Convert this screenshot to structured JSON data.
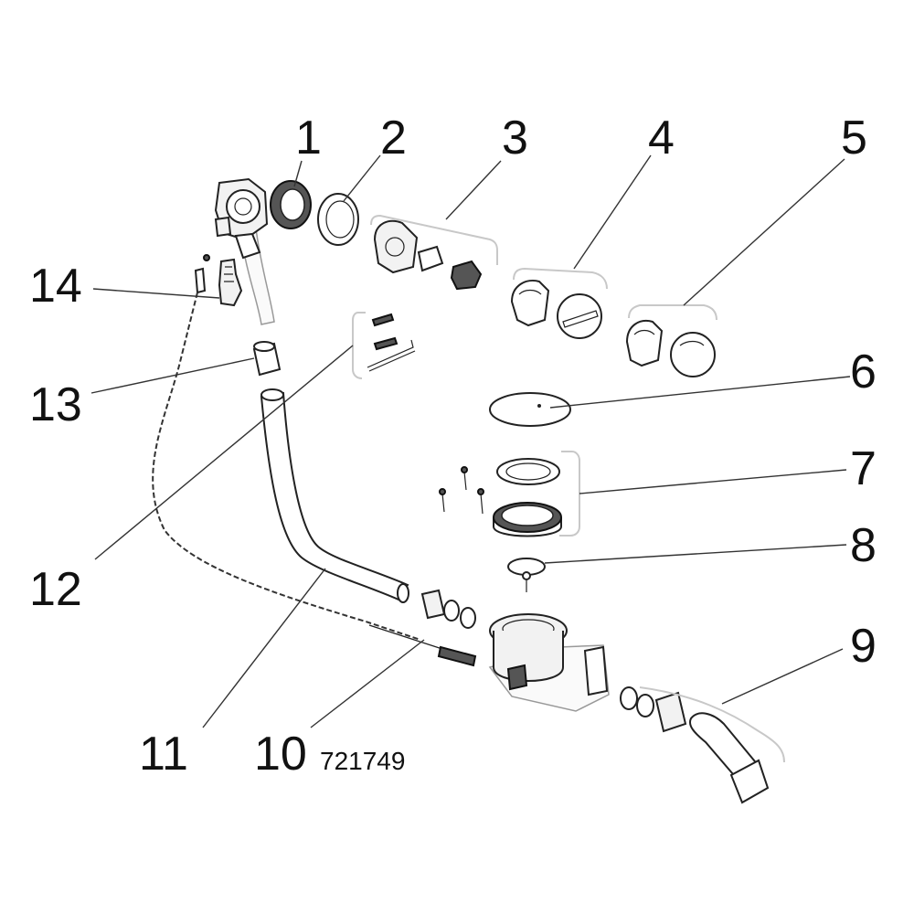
{
  "callouts": {
    "c1": "1",
    "c2": "2",
    "c3": "3",
    "c4": "4",
    "c5": "5",
    "c6": "6",
    "c7": "7",
    "c8": "8",
    "c9": "9",
    "c10": "10",
    "c11": "11",
    "c12": "12",
    "c13": "13",
    "c14": "14"
  },
  "part_code": "721749"
}
